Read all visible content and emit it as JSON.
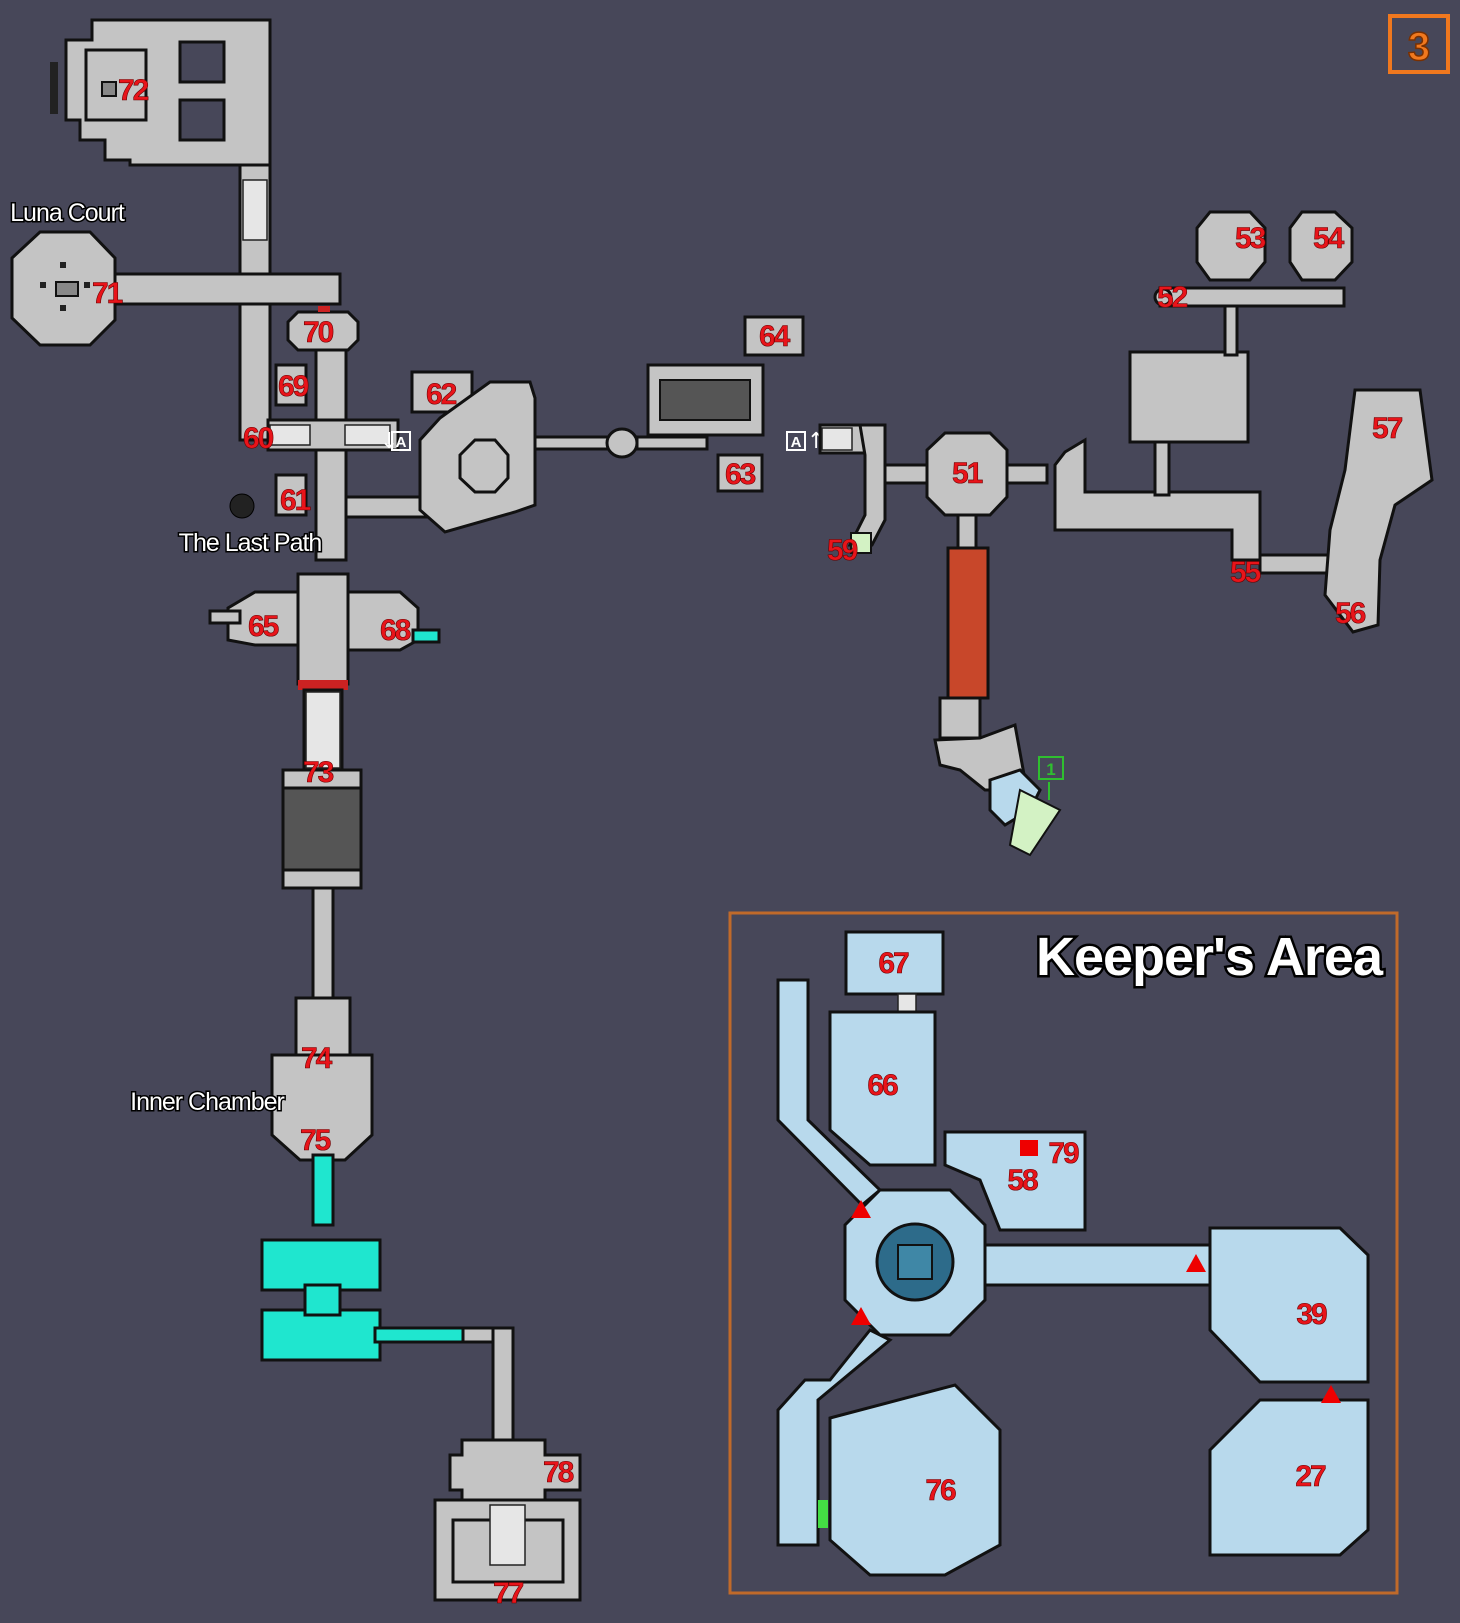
{
  "map": {
    "floor_badge": "3",
    "area_labels": {
      "luna_court": "Luna Court",
      "last_path": "The Last Path",
      "inner_chamber": "Inner Chamber"
    },
    "inset": {
      "title": "Keeper's Area",
      "border_color": "#c06a2a"
    },
    "markers": {
      "stair_a": "A",
      "stair_a_2": "A",
      "exit_1": "1"
    },
    "rooms": {
      "r51": "51",
      "r52": "52",
      "r53": "53",
      "r54": "54",
      "r55": "55",
      "r56": "56",
      "r57": "57",
      "r59": "59",
      "r60": "60",
      "r61": "61",
      "r62": "62",
      "r63": "63",
      "r64": "64",
      "r65": "65",
      "r68": "68",
      "r69": "69",
      "r70": "70",
      "r71": "71",
      "r72": "72",
      "r73": "73",
      "r74": "74",
      "r75": "75",
      "r77": "77",
      "r78": "78"
    },
    "inset_rooms": {
      "r67": "67",
      "r66": "66",
      "r79": "79",
      "r58": "58",
      "r39": "39",
      "r27": "27",
      "r76": "76"
    },
    "colors": {
      "background": "#474759",
      "room_fill": "#c4c4c4",
      "keeper_room_fill": "#b8d9ec",
      "water": "#1fe6cf",
      "lava": "#c8472a",
      "room_number": "#e8141a",
      "badge": "#f0781e"
    }
  }
}
